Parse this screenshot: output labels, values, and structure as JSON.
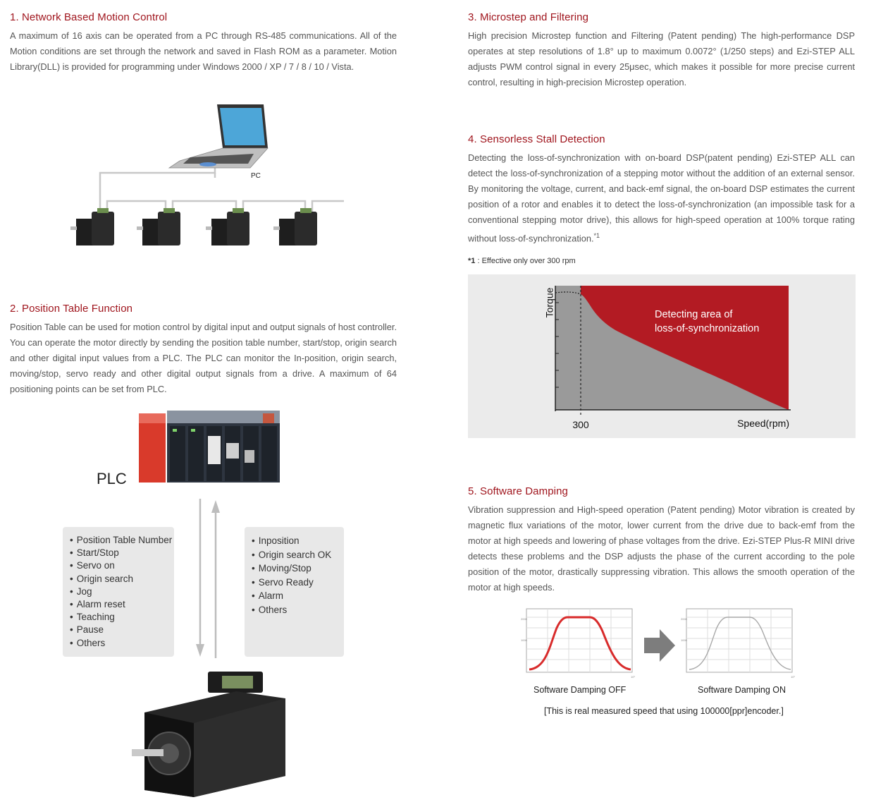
{
  "sections": {
    "s1": {
      "title": "1. Network Based Motion Control",
      "body": "A maximum of 16 axis can be operated from a PC through RS-485 communications. All of the Motion conditions are set through the network and saved in Flash ROM as a parameter. Motion Library(DLL) is provided for programming under Windows 2000 / XP / 7 / 8 / 10 / Vista.",
      "pc_label": "PC"
    },
    "s2": {
      "title": "2. Position Table Function",
      "body": "Position Table can be used for motion control by digital input and output signals of host controller. You can operate the motor directly by sending the position table number, start/stop, origin search and other digital input values from a PLC. The PLC can monitor the In-position, origin search, moving/stop, servo ready and other digital output signals from a drive. A maximum of 64 positioning points can be set from PLC.",
      "plc_label": "PLC",
      "inputs": [
        "Position Table Number",
        "Start/Stop",
        "Servo on",
        "Origin search",
        "Jog",
        "Alarm reset",
        "Teaching",
        "Pause",
        "Others"
      ],
      "outputs": [
        "Inposition",
        "Origin search OK",
        "Moving/Stop",
        "Servo Ready",
        "Alarm",
        "Others"
      ]
    },
    "s3": {
      "title": "3. Microstep and Filtering",
      "body": "High precision Microstep function and Filtering (Patent pending) The high-performance DSP operates at step resolutions of 1.8° up to maximum 0.0072° (1/250 steps) and Ezi-STEP ALL adjusts PWM control signal in every 25μsec, which makes it possible for more precise current control, resulting in high-precision Microstep operation."
    },
    "s4": {
      "title": "4. Sensorless Stall Detection",
      "body": "Detecting the loss-of-synchronization with on-board DSP(patent pending) Ezi-STEP ALL can detect the loss-of-synchronization of a stepping motor without the addition of an external sensor. By monitoring the voltage, current, and back-emf signal, the on-board DSP estimates the current position of a rotor and enables it to detect the loss-of-synchronization (an impossible task for a conventional stepping motor drive), this allows for high-speed operation at 100% torque rating without loss-of-synchronization.",
      "body_sup": "*1",
      "footnote_mark": "*1",
      "footnote_text": " : Effective only over 300 rpm"
    },
    "s5": {
      "title": "5. Software Damping",
      "body": "Vibration suppression and High-speed operation (Patent pending) Motor vibration is created by magnetic flux variations of the motor, lower current from the drive due to back-emf from the motor at high speeds and lowering of phase voltages from the drive. Ezi-STEP Plus-R MINI drive detects these problems and the DSP adjusts the phase of the current according to the pole position of the motor, drastically suppressing vibration. This allows the smooth operation of the motor at high speeds.",
      "caption_off": "Software Damping OFF",
      "caption_on": "Software Damping ON",
      "note": "[This is real measured speed that using 100000[ppr]encoder.]"
    }
  },
  "chart_data": {
    "type": "area",
    "xlabel": "Speed(rpm)",
    "ylabel": "Torque",
    "x_ticks": [
      300
    ],
    "area_label": "Detecting area of loss-of-synchronization",
    "area_label_lines": [
      "Detecting area of",
      "loss-of-synchronization"
    ],
    "colors": {
      "detect_area": "#b31b23",
      "torque_area": "#9a9a9a"
    }
  },
  "colors": {
    "accent": "#a0161e",
    "text": "#555555"
  }
}
